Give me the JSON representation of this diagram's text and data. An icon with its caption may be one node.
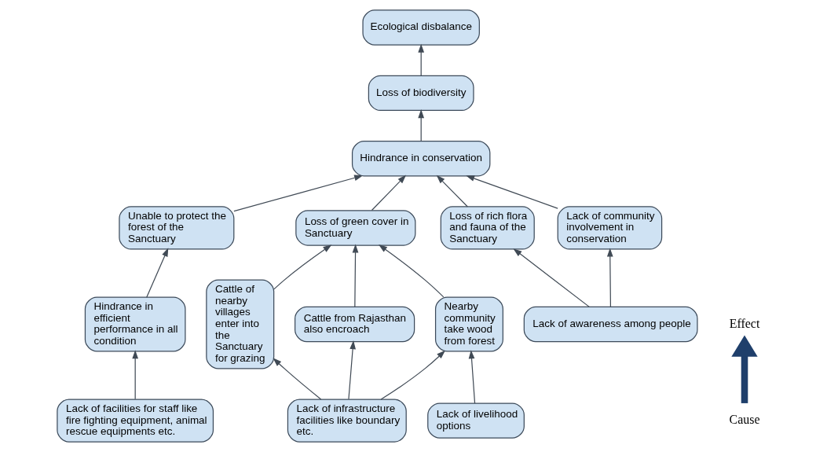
{
  "diagram": {
    "nodes": [
      {
        "text": [
          "Ecological disbalance"
        ]
      },
      {
        "text": [
          "Effect"
        ]
      },
      {
        "text": [
          "Loss of biodiversity"
        ]
      },
      {
        "text": [
          "Hindrance in conservation"
        ]
      },
      {
        "text": [
          "Unable to protect the forest of the Sanctuary"
        ]
      },
      {
        "text": [
          "Loss of green cover in Sanctuary"
        ]
      },
      {
        "text": [
          "Hindrance in efficient performance in all condition"
        ]
      },
      {
        "text": [
          "Cattle of nearby villages enter into the Sanctuary for grazing"
        ]
      },
      {
        "text": [
          "Nearby community take wood from forest"
        ]
      },
      {
        "text": [
          "Loss of rich flora and fauna of the Sanctuary"
        ]
      },
      {
        "text": [
          "Lack of community involvement in conservation"
        ]
      },
      {
        "text": [
          "Cattle from Rajasthan also encroach"
        ]
      },
      {
        "text": [
          "Lack of livelihood options"
        ]
      },
      {
        "text": [
          "Lack of infrastructure facilities like boundary etc."
        ]
      },
      {
        "text": [
          "Lack of facilities for staff like fire fighting equipment, animal rescue equipments etc."
        ]
      },
      {
        "text": [
          "Lack of awareness among people"
        ]
      },
      {
        "text": [
          "Cause"
        ]
      }
    ],
    "edges": [
      {
        "from": 2,
        "to": 0,
        "arrow": "to"
      },
      {
        "from": 3,
        "to": 2,
        "arrow": "to"
      },
      {
        "from": 5,
        "to": 3,
        "arrow": "to"
      },
      {
        "from": 4,
        "to": 3,
        "arrow": "to"
      },
      {
        "from": 9,
        "to": 3,
        "arrow": "to"
      },
      {
        "from": 10,
        "to": 3,
        "arrow": "to"
      },
      {
        "from": 6,
        "to": 4,
        "arrow": "to"
      },
      {
        "from": 8,
        "to": 5,
        "arrow": "to"
      },
      {
        "from": 7,
        "to": 5,
        "arrow": "to"
      },
      {
        "from": 11,
        "to": 5,
        "arrow": "to"
      },
      {
        "from": 12,
        "to": 8,
        "arrow": "to"
      },
      {
        "from": 13,
        "to": 8,
        "arrow": "to"
      },
      {
        "from": 13,
        "to": 7,
        "arrow": "to"
      },
      {
        "from": 13,
        "to": 11,
        "arrow": "to"
      },
      {
        "from": 14,
        "to": 6,
        "arrow": "to"
      },
      {
        "from": 15,
        "to": 9,
        "arrow": "to"
      },
      {
        "from": 15,
        "to": 10,
        "arrow": "to"
      },
      {
        "from": 16,
        "to": 1,
        "arrow": "to",
        "style": "thick",
        "color": "#1f3f6b"
      }
    ]
  }
}
